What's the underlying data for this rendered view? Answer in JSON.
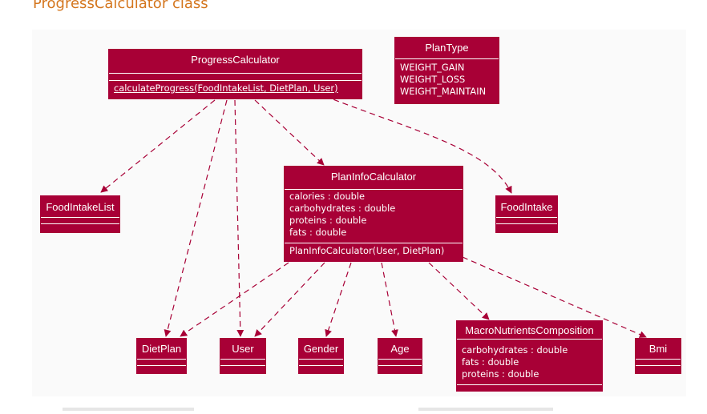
{
  "page": {
    "heading": "ProgressCalculator class"
  },
  "diagram": {
    "progress_calculator": {
      "name": "ProgressCalculator",
      "methods": [
        "calculateProgress(FoodIntakeList, DietPlan, User)"
      ]
    },
    "plan_type": {
      "name": "PlanType",
      "values": [
        "WEIGHT_GAIN",
        "WEIGHT_LOSS",
        "WEIGHT_MAINTAIN"
      ]
    },
    "plan_info_calculator": {
      "name": "PlanInfoCalculator",
      "attributes": [
        "calories : double",
        "carbohydrates : double",
        "proteins : double",
        "fats : double"
      ],
      "methods": [
        "PlanInfoCalculator(User, DietPlan)"
      ]
    },
    "food_intake_list": {
      "name": "FoodIntakeList"
    },
    "food_intake": {
      "name": "FoodIntake"
    },
    "diet_plan": {
      "name": "DietPlan"
    },
    "user": {
      "name": "User"
    },
    "gender": {
      "name": "Gender"
    },
    "age": {
      "name": "Age"
    },
    "macro_nutrients_composition": {
      "name": "MacroNutrientsComposition",
      "attributes": [
        "carbohydrates : double",
        "fats : double",
        "proteins : double"
      ]
    },
    "bmi": {
      "name": "Bmi"
    }
  },
  "colors": {
    "class_fill": "#a80036",
    "class_text": "#ffffff",
    "arrow": "#a80036",
    "heading": "#d4761e",
    "canvas": "#fafafa"
  }
}
